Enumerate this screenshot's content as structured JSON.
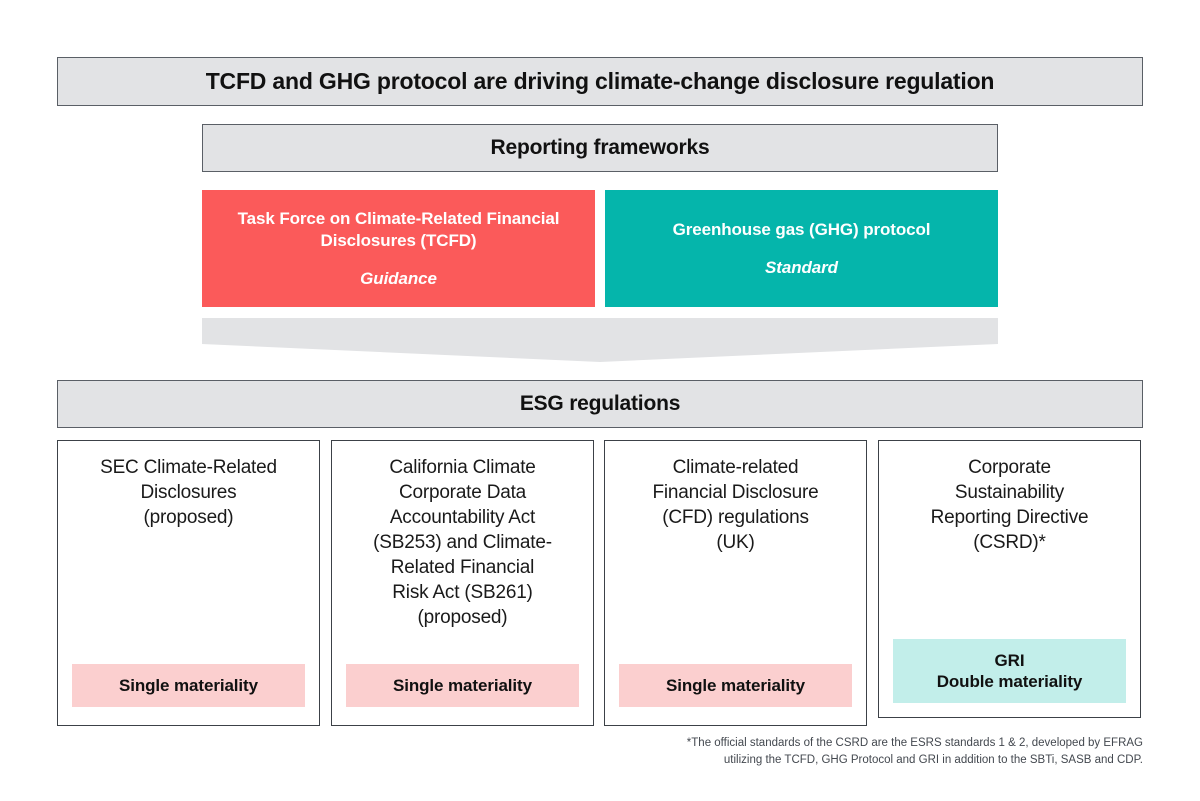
{
  "title_banner": {
    "text": "TCFD and GHG protocol are driving climate-change disclosure regulation"
  },
  "frameworks_section": {
    "banner": "Reporting frameworks",
    "boxes": [
      {
        "name": "Task Force on Climate-Related Financial Disclosures (TCFD)",
        "kind": "Guidance",
        "color": "#fb5a5a",
        "key": "tcfd"
      },
      {
        "name": "Greenhouse gas (GHG) protocol",
        "kind": "Standard",
        "color": "#05b5ab",
        "key": "ghg"
      }
    ]
  },
  "funnel": {
    "color": "#e2e3e5"
  },
  "regulations_section": {
    "banner": "ESG regulations",
    "cards": [
      {
        "title": "SEC Climate-Related\nDisclosures\n(proposed)",
        "badge": "Single materiality",
        "badge_color": "#fbcfcf",
        "key": "sec"
      },
      {
        "title": "California Climate\nCorporate Data\nAccountability Act\n(SB253) and Climate-\nRelated Financial\nRisk Act (SB261)\n(proposed)",
        "badge": "Single materiality",
        "badge_color": "#fbcfcf",
        "key": "california"
      },
      {
        "title": "Climate-related\nFinancial Disclosure\n(CFD) regulations\n(UK)",
        "badge": "Single materiality",
        "badge_color": "#fbcfcf",
        "key": "uk-cfd"
      },
      {
        "title": "Corporate\nSustainability\nReporting Directive\n(CSRD)*",
        "badge": "GRI\nDouble materiality",
        "badge_color": "#c2eeea",
        "key": "csrd"
      }
    ]
  },
  "footnote": {
    "text": "*The official standards of the CSRD are the ESRS standards 1 & 2, developed by EFRAG\nutilizing the TCFD, GHG Protocol and GRI in addition to the SBTi, SASB and CDP."
  },
  "palette": {
    "banner_gray": "#e2e3e5",
    "banner_border": "#5a5f66",
    "card_border": "#3c4147",
    "red": "#fb5a5a",
    "teal": "#05b5ab",
    "pink": "#fbcfcf",
    "light_teal": "#c2eeea",
    "text": "#1a1a1a",
    "footnote_text": "#43484f"
  }
}
